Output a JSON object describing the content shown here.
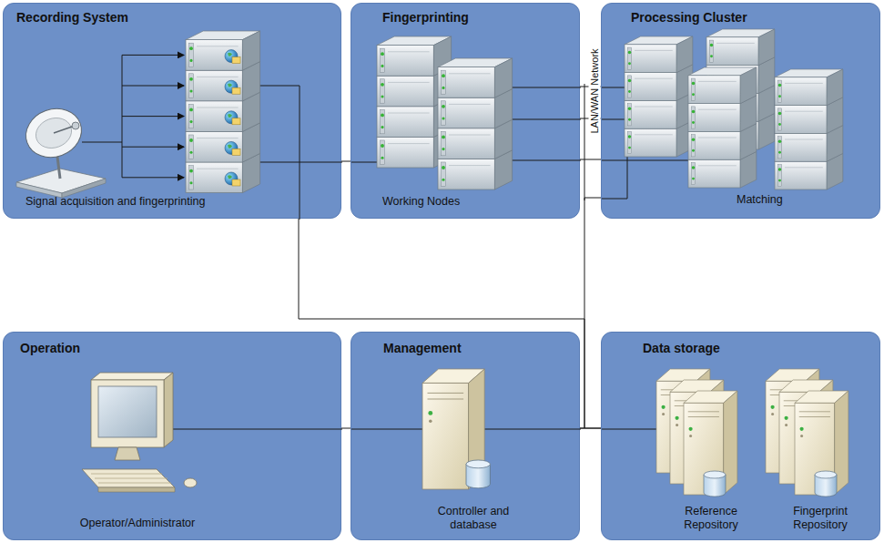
{
  "diagram": {
    "nodes": [
      {
        "text": [
          "Recording System",
          "Signal acquisition and fingerprinting"
        ]
      },
      {
        "text": [
          "Fingerprinting",
          "Working Nodes"
        ]
      },
      {
        "text": [
          "Processing Cluster",
          "Matching"
        ]
      },
      {
        "text": [
          "Operation",
          "Operator/Administrator"
        ]
      },
      {
        "text": [
          "Management",
          "Controller and database"
        ]
      },
      {
        "text": [
          "Data storage",
          "Reference Repository",
          "Fingerprint Repository"
        ]
      }
    ],
    "edges": [
      {
        "from": 0,
        "to": 1,
        "arrow": "none"
      },
      {
        "from": 1,
        "to": 2,
        "arrow": "none"
      },
      {
        "from": 0,
        "to": 4,
        "arrow": "none"
      },
      {
        "from": 3,
        "to": 4,
        "arrow": "none"
      },
      {
        "from": 4,
        "to": 5,
        "arrow": "none"
      },
      {
        "from": 2,
        "to": 5,
        "arrow": "none"
      }
    ],
    "labels": [
      "LAN/WAN Network"
    ]
  }
}
